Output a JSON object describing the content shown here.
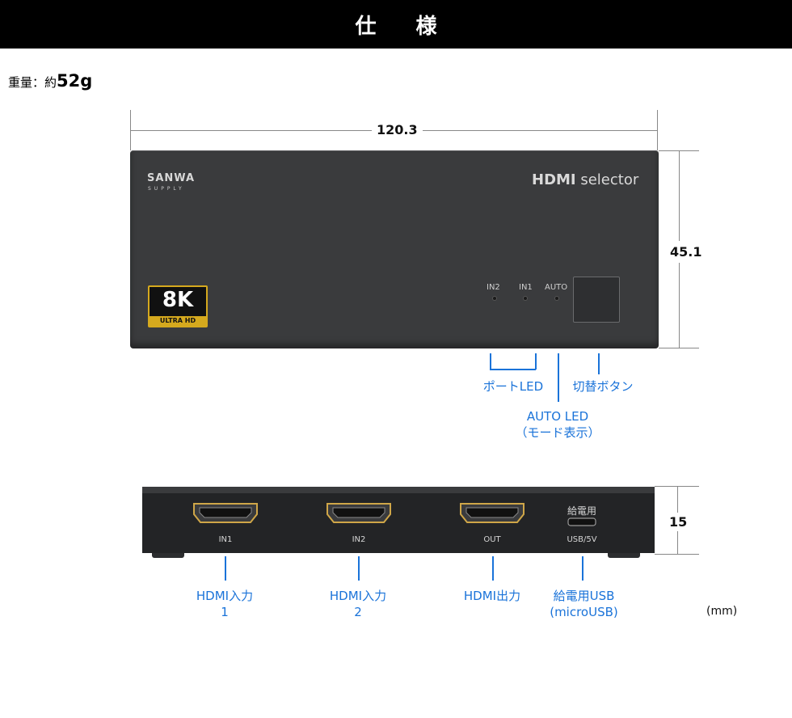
{
  "header": {
    "title": "仕 様"
  },
  "weight": {
    "label": "重量：約",
    "value": "52g"
  },
  "dimensions": {
    "width": "120.3",
    "height": "45.1",
    "depth": "15",
    "unit": "(mm)"
  },
  "front_panel": {
    "brand_main": "SANWA",
    "brand_sub": "SUPPLY",
    "product_bold": "HDMI",
    "product_rest": " selector",
    "badge_main": "8K",
    "badge_sub": "ULTRA HD",
    "led_labels": [
      "IN2",
      "IN1",
      "AUTO"
    ]
  },
  "callouts_front": {
    "port_led": "ポートLED",
    "switch_button": "切替ボタン",
    "auto_led_line1": "AUTO LED",
    "auto_led_line2": "（モード表示）"
  },
  "rear_panel": {
    "port_labels": [
      "IN1",
      "IN2",
      "OUT"
    ],
    "power_top": "給電用",
    "power_bottom": "USB/5V"
  },
  "callouts_rear": {
    "in1_line1": "HDMI入力",
    "in1_line2": "1",
    "in2_line1": "HDMI入力",
    "in2_line2": "2",
    "out": "HDMI出力",
    "usb_line1": "給電用USB",
    "usb_line2": "(microUSB)"
  }
}
